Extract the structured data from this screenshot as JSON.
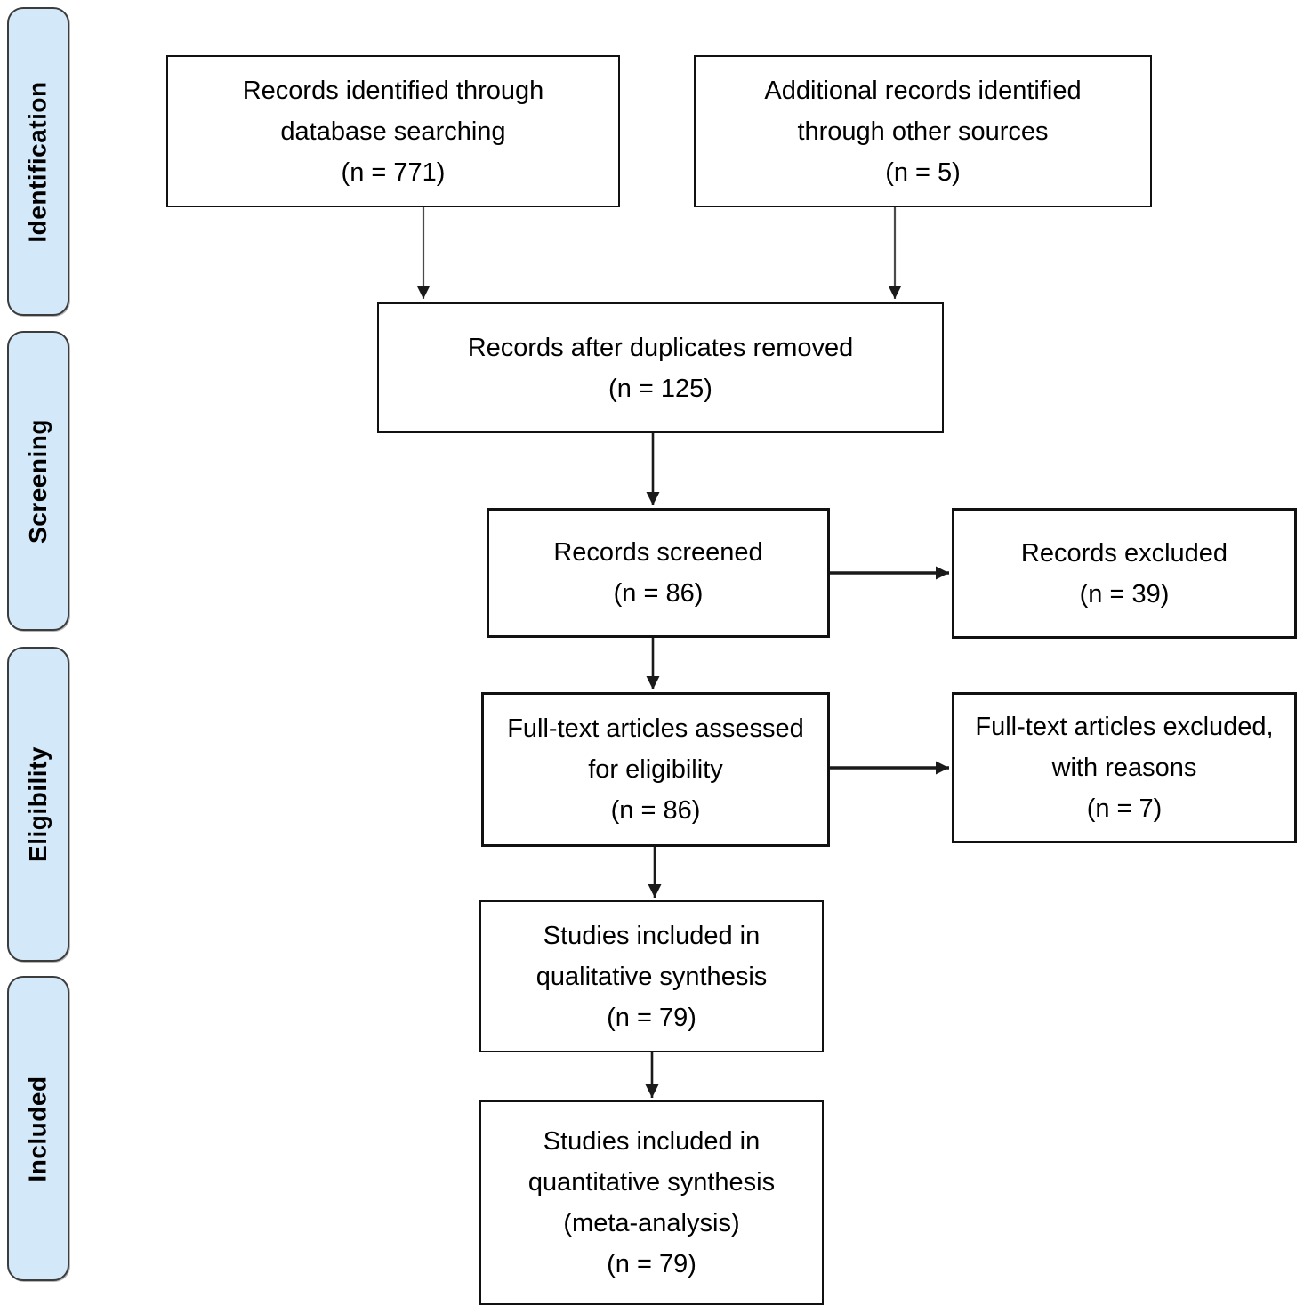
{
  "palette": {
    "stage_fill": "#d3e9f9",
    "stage_border": "#3c3c3c",
    "box_border": "#111111",
    "arrow_color": "#1a1a1a",
    "background": "#ffffff"
  },
  "stages": [
    {
      "label": "Identification"
    },
    {
      "label": "Screening"
    },
    {
      "label": "Eligibility"
    },
    {
      "label": "Included"
    }
  ],
  "boxes": {
    "identified_db": {
      "n": 771,
      "lines": [
        "Records identified through",
        "database searching",
        "(n = 771)"
      ]
    },
    "additional_sources": {
      "n": 5,
      "lines": [
        "Additional records identified",
        "through other sources",
        "(n = 5)"
      ]
    },
    "after_duplicates": {
      "n": 125,
      "lines": [
        "Records after duplicates removed",
        "(n = 125)"
      ]
    },
    "screened": {
      "n": 86,
      "lines": [
        "Records screened",
        "(n = 86)"
      ]
    },
    "records_excluded": {
      "n": 39,
      "lines": [
        "Records excluded",
        "(n = 39)"
      ]
    },
    "fulltext_assessed": {
      "n": 86,
      "lines": [
        "Full-text articles assessed",
        "for eligibility",
        "(n = 86)"
      ]
    },
    "fulltext_excluded": {
      "n": 7,
      "lines": [
        "Full-text articles excluded,",
        "with reasons",
        "(n = 7)"
      ]
    },
    "qualitative": {
      "n": 79,
      "lines": [
        "Studies included in",
        "qualitative synthesis",
        "(n = 79)"
      ]
    },
    "quantitative": {
      "n": 79,
      "lines": [
        "Studies included in",
        "quantitative synthesis",
        "(meta-analysis)",
        "(n = 79)"
      ]
    }
  }
}
